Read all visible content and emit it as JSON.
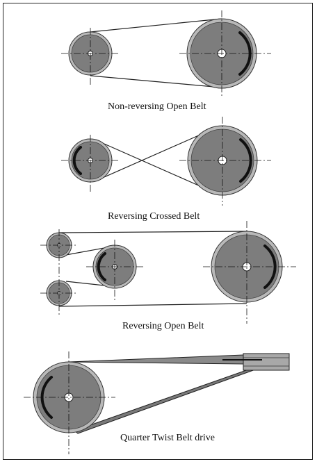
{
  "diagrams": [
    {
      "caption": "Non-reversing Open Belt"
    },
    {
      "caption": "Reversing Crossed Belt"
    },
    {
      "caption": "Reversing Open Belt"
    },
    {
      "caption": "Quarter Twist Belt drive"
    }
  ],
  "colors": {
    "pulley_face": "#7d7d7d",
    "pulley_rim": "#b9b9b9",
    "line": "#222222"
  }
}
